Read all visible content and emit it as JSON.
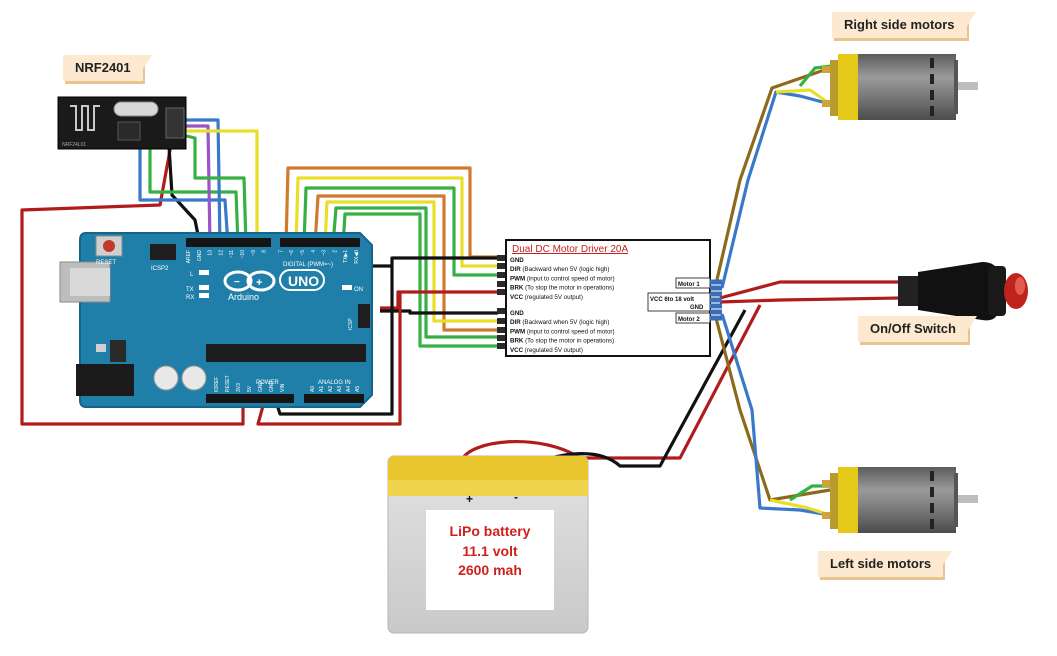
{
  "labels": {
    "nrf": "NRF2401",
    "right_motors": "Right side motors",
    "left_motors": "Left side motors",
    "switch": "On/Off Switch"
  },
  "arduino": {
    "brand": "Arduino",
    "model": "UNO",
    "logo_glyph": "∞",
    "reset": "RESET",
    "icsp2": "ICSP2",
    "icsp": "ICSP",
    "digital": "DIGITAL (PWM=~)",
    "power": "POWER",
    "analog_in": "ANALOG IN",
    "on": "ON",
    "l": "L",
    "tx": "TX",
    "rx": "RX",
    "digital_pins": [
      "AREF",
      "GND",
      "13",
      "12",
      "~11",
      "~10",
      "~9",
      "8",
      "7",
      "~6",
      "~5",
      "4",
      "~3",
      "2",
      "TX▶1",
      "RX◀0"
    ],
    "power_pins": [
      "IOREF",
      "RESET",
      "3V3",
      "5V",
      "GND",
      "GND",
      "VIN"
    ],
    "analog_pins": [
      "A0",
      "A1",
      "A2",
      "A3",
      "A4",
      "A5"
    ]
  },
  "driver": {
    "title": "Dual DC Motor Driver 20A",
    "block1": [
      {
        "name": "GND",
        "desc": ""
      },
      {
        "name": "DIR",
        "desc": " (Backward when 5V (logic high)"
      },
      {
        "name": "PWM",
        "desc": " (input to control speed of motor)"
      },
      {
        "name": "BRK",
        "desc": " (To stop the motor in operations)"
      },
      {
        "name": "VCC",
        "desc": " (regulated 5V output)"
      }
    ],
    "block2": [
      {
        "name": "GND",
        "desc": ""
      },
      {
        "name": "DIR",
        "desc": " (Backward when 5V (logic high)"
      },
      {
        "name": "PWM",
        "desc": " (input to control speed of motor)"
      },
      {
        "name": "BRK",
        "desc": " (To stop the motor in operations)"
      },
      {
        "name": "VCC",
        "desc": " (regulated 5V output)"
      }
    ],
    "motor1": "Motor 1",
    "vcc": "VCC 6to 18 volt",
    "gnd": "GND",
    "motor2": "Motor 2"
  },
  "battery": {
    "plus": "+",
    "minus": "-",
    "line1": "LiPo battery",
    "line2": "11.1 volt",
    "line3": "2600 mah"
  },
  "colors": {
    "board": "#1f7fa8",
    "wire_red": "#b01c1c",
    "wire_black": "#111111",
    "wire_yellow": "#e9df2b",
    "wire_green": "#35b043",
    "wire_blue": "#3a79c9",
    "wire_purple": "#9955c8",
    "wire_orange": "#d17a2e",
    "wire_brown": "#8c6a1c",
    "battery_text": "#d0201c"
  }
}
